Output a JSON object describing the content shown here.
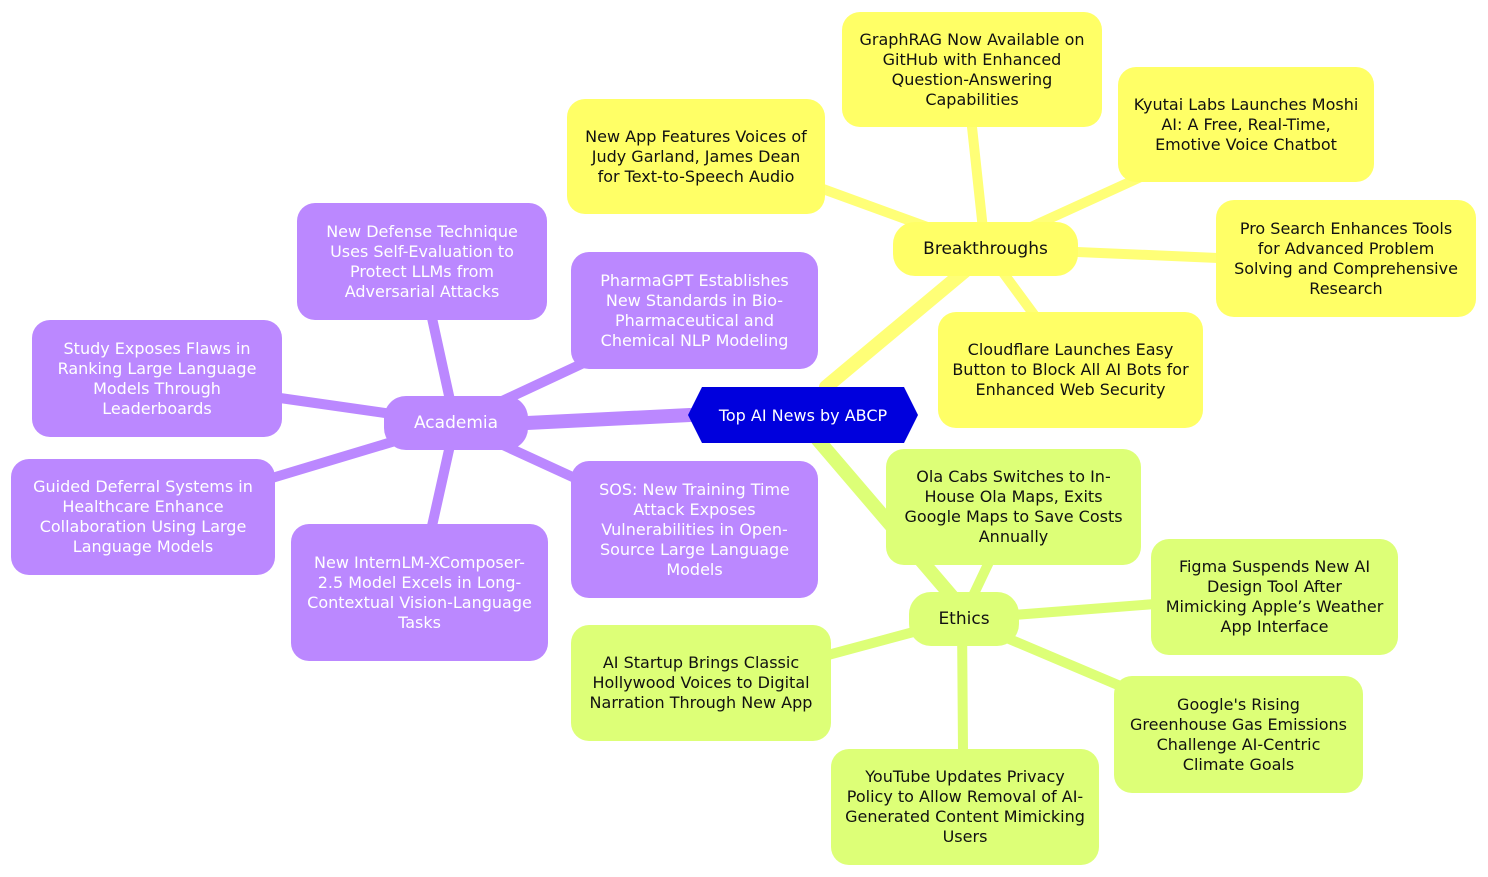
{
  "colors": {
    "root": "#0000dd",
    "breakthroughs": "#ffff66",
    "breakthroughs_edge": "#ffff77",
    "ethics": "#ddff77",
    "ethics_edge": "#ddff77",
    "academia": "#bb88ff",
    "academia_edge": "#bb88ff"
  },
  "root": {
    "label": "Top AI News by ABCP"
  },
  "breakthroughs": {
    "label": "Breakthroughs",
    "items": [
      "New App Features Voices of Judy Garland, James Dean for Text-to-Speech Audio",
      "GraphRAG Now Available on GitHub with Enhanced Question-Answering Capabilities",
      "Kyutai Labs Launches Moshi AI: A Free, Real-Time, Emotive Voice Chatbot",
      "Pro Search Enhances Tools for Advanced Problem Solving and Comprehensive Research",
      "Cloudflare Launches Easy Button to Block All AI Bots for Enhanced Web Security"
    ]
  },
  "ethics": {
    "label": "Ethics",
    "items": [
      "Ola Cabs Switches to In-House Ola Maps, Exits Google Maps to Save Costs Annually",
      "Figma Suspends New AI Design Tool After Mimicking Apple’s Weather App Interface",
      "Google's Rising Greenhouse Gas Emissions Challenge AI-Centric Climate Goals",
      "YouTube Updates Privacy Policy to Allow Removal of AI-Generated Content Mimicking Users",
      "AI Startup Brings Classic Hollywood Voices to Digital Narration Through New App"
    ]
  },
  "academia": {
    "label": "Academia",
    "items": [
      "New Defense Technique Uses Self-Evaluation to Protect LLMs from Adversarial Attacks",
      "PharmaGPT Establishes New Standards in Bio-Pharmaceutical and Chemical NLP Modeling",
      "Study Exposes Flaws in Ranking Large Language Models Through Leaderboards",
      "Guided Deferral Systems in Healthcare Enhance Collaboration Using Large Language Models",
      "New InternLM-XComposer-2.5 Model Excels in Long-Contextual Vision-Language Tasks",
      "SOS: New Training Time Attack Exposes Vulnerabilities in Open-Source Large Language Models"
    ]
  }
}
